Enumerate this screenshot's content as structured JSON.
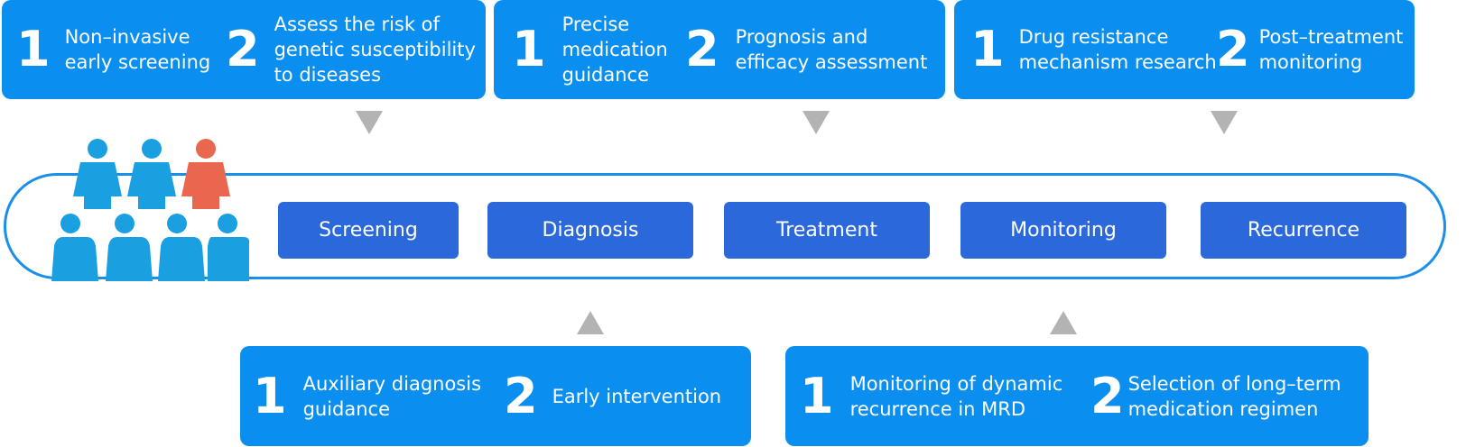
{
  "top_boxes": [
    {
      "items": [
        {
          "num": "1",
          "text": "Non–invasive\nearly screening"
        },
        {
          "num": "2",
          "text": "Assess the risk of\ngenetic susceptibility\nto diseases"
        }
      ]
    },
    {
      "items": [
        {
          "num": "1",
          "text": "Precise\nmedication\nguidance"
        },
        {
          "num": "2",
          "text": "Prognosis and\nefficacy assessment"
        }
      ]
    },
    {
      "items": [
        {
          "num": "1",
          "text": "Drug resistance\nmechanism research"
        },
        {
          "num": "2",
          "text": "Post–treatment\nmonitoring"
        }
      ]
    }
  ],
  "stages": [
    "Screening",
    "Diagnosis",
    "Treatment",
    "Monitoring",
    "Recurrence"
  ],
  "bottom_boxes": [
    {
      "items": [
        {
          "num": "1",
          "text": "Auxiliary diagnosis\nguidance"
        },
        {
          "num": "2",
          "text": "Early intervention"
        }
      ]
    },
    {
      "items": [
        {
          "num": "1",
          "text": "Monitoring of dynamic\nrecurrence in MRD"
        },
        {
          "num": "2",
          "text": "Selection of long–term\nmedication regimen"
        }
      ]
    }
  ],
  "colors": {
    "box_blue": "#0a8ff0",
    "stage_blue": "#2b68d9",
    "outline_blue": "#1a8fea",
    "arrow_gray": "#b3b3b3",
    "person_blue": "#1a9fe0",
    "person_highlight": "#e8674e"
  },
  "icons": {
    "people": "people-group-icon"
  }
}
